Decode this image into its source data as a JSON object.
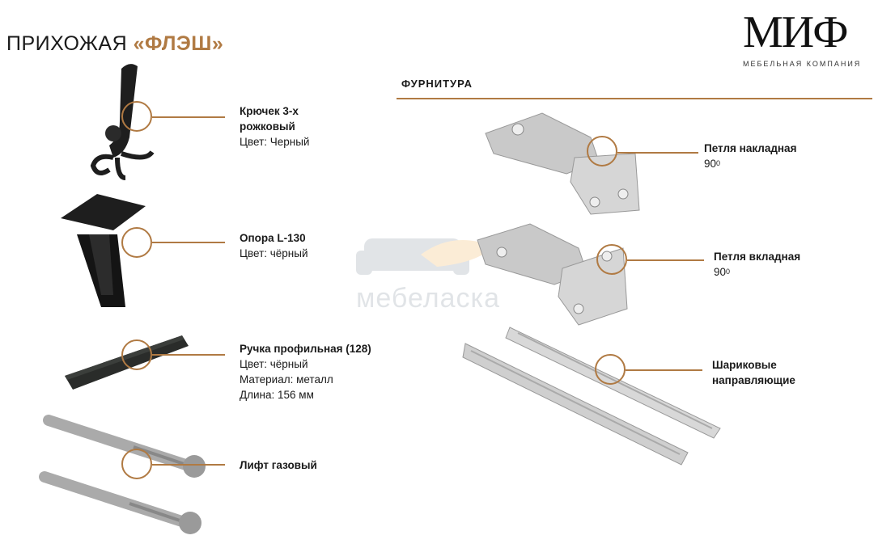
{
  "header": {
    "title_prefix": "ПРИХОЖАЯ",
    "title_name": "«ФЛЭШ»",
    "logo_text": "МИФ",
    "logo_subtitle": "МЕБЕЛЬНАЯ КОМПАНИЯ"
  },
  "section": {
    "title": "ФУРНИТУРА"
  },
  "watermark": {
    "text": "мебеласка"
  },
  "items_left": [
    {
      "name_line1": "Крючек 3-х",
      "name_line2": "рожковый",
      "details": [
        "Цвет: Черный"
      ]
    },
    {
      "name_line1": "Опора L-130",
      "details": [
        "Цвет: чёрный"
      ]
    },
    {
      "name_line1": "Ручка профильная (128)",
      "details": [
        "Цвет: чёрный",
        "Материал: металл",
        "Длина: 156 мм"
      ]
    },
    {
      "name_line1": "Лифт газовый",
      "details": []
    }
  ],
  "items_right": [
    {
      "name_line1": "Петля накладная",
      "angle": "90",
      "angle_unit": "0"
    },
    {
      "name_line1": "Петля вкладная",
      "angle": "90",
      "angle_unit": "0"
    },
    {
      "name_line1": "Шариковые",
      "name_line2": "направляющие"
    }
  ],
  "colors": {
    "accent": "#b07a43",
    "text": "#1a1a1a"
  }
}
